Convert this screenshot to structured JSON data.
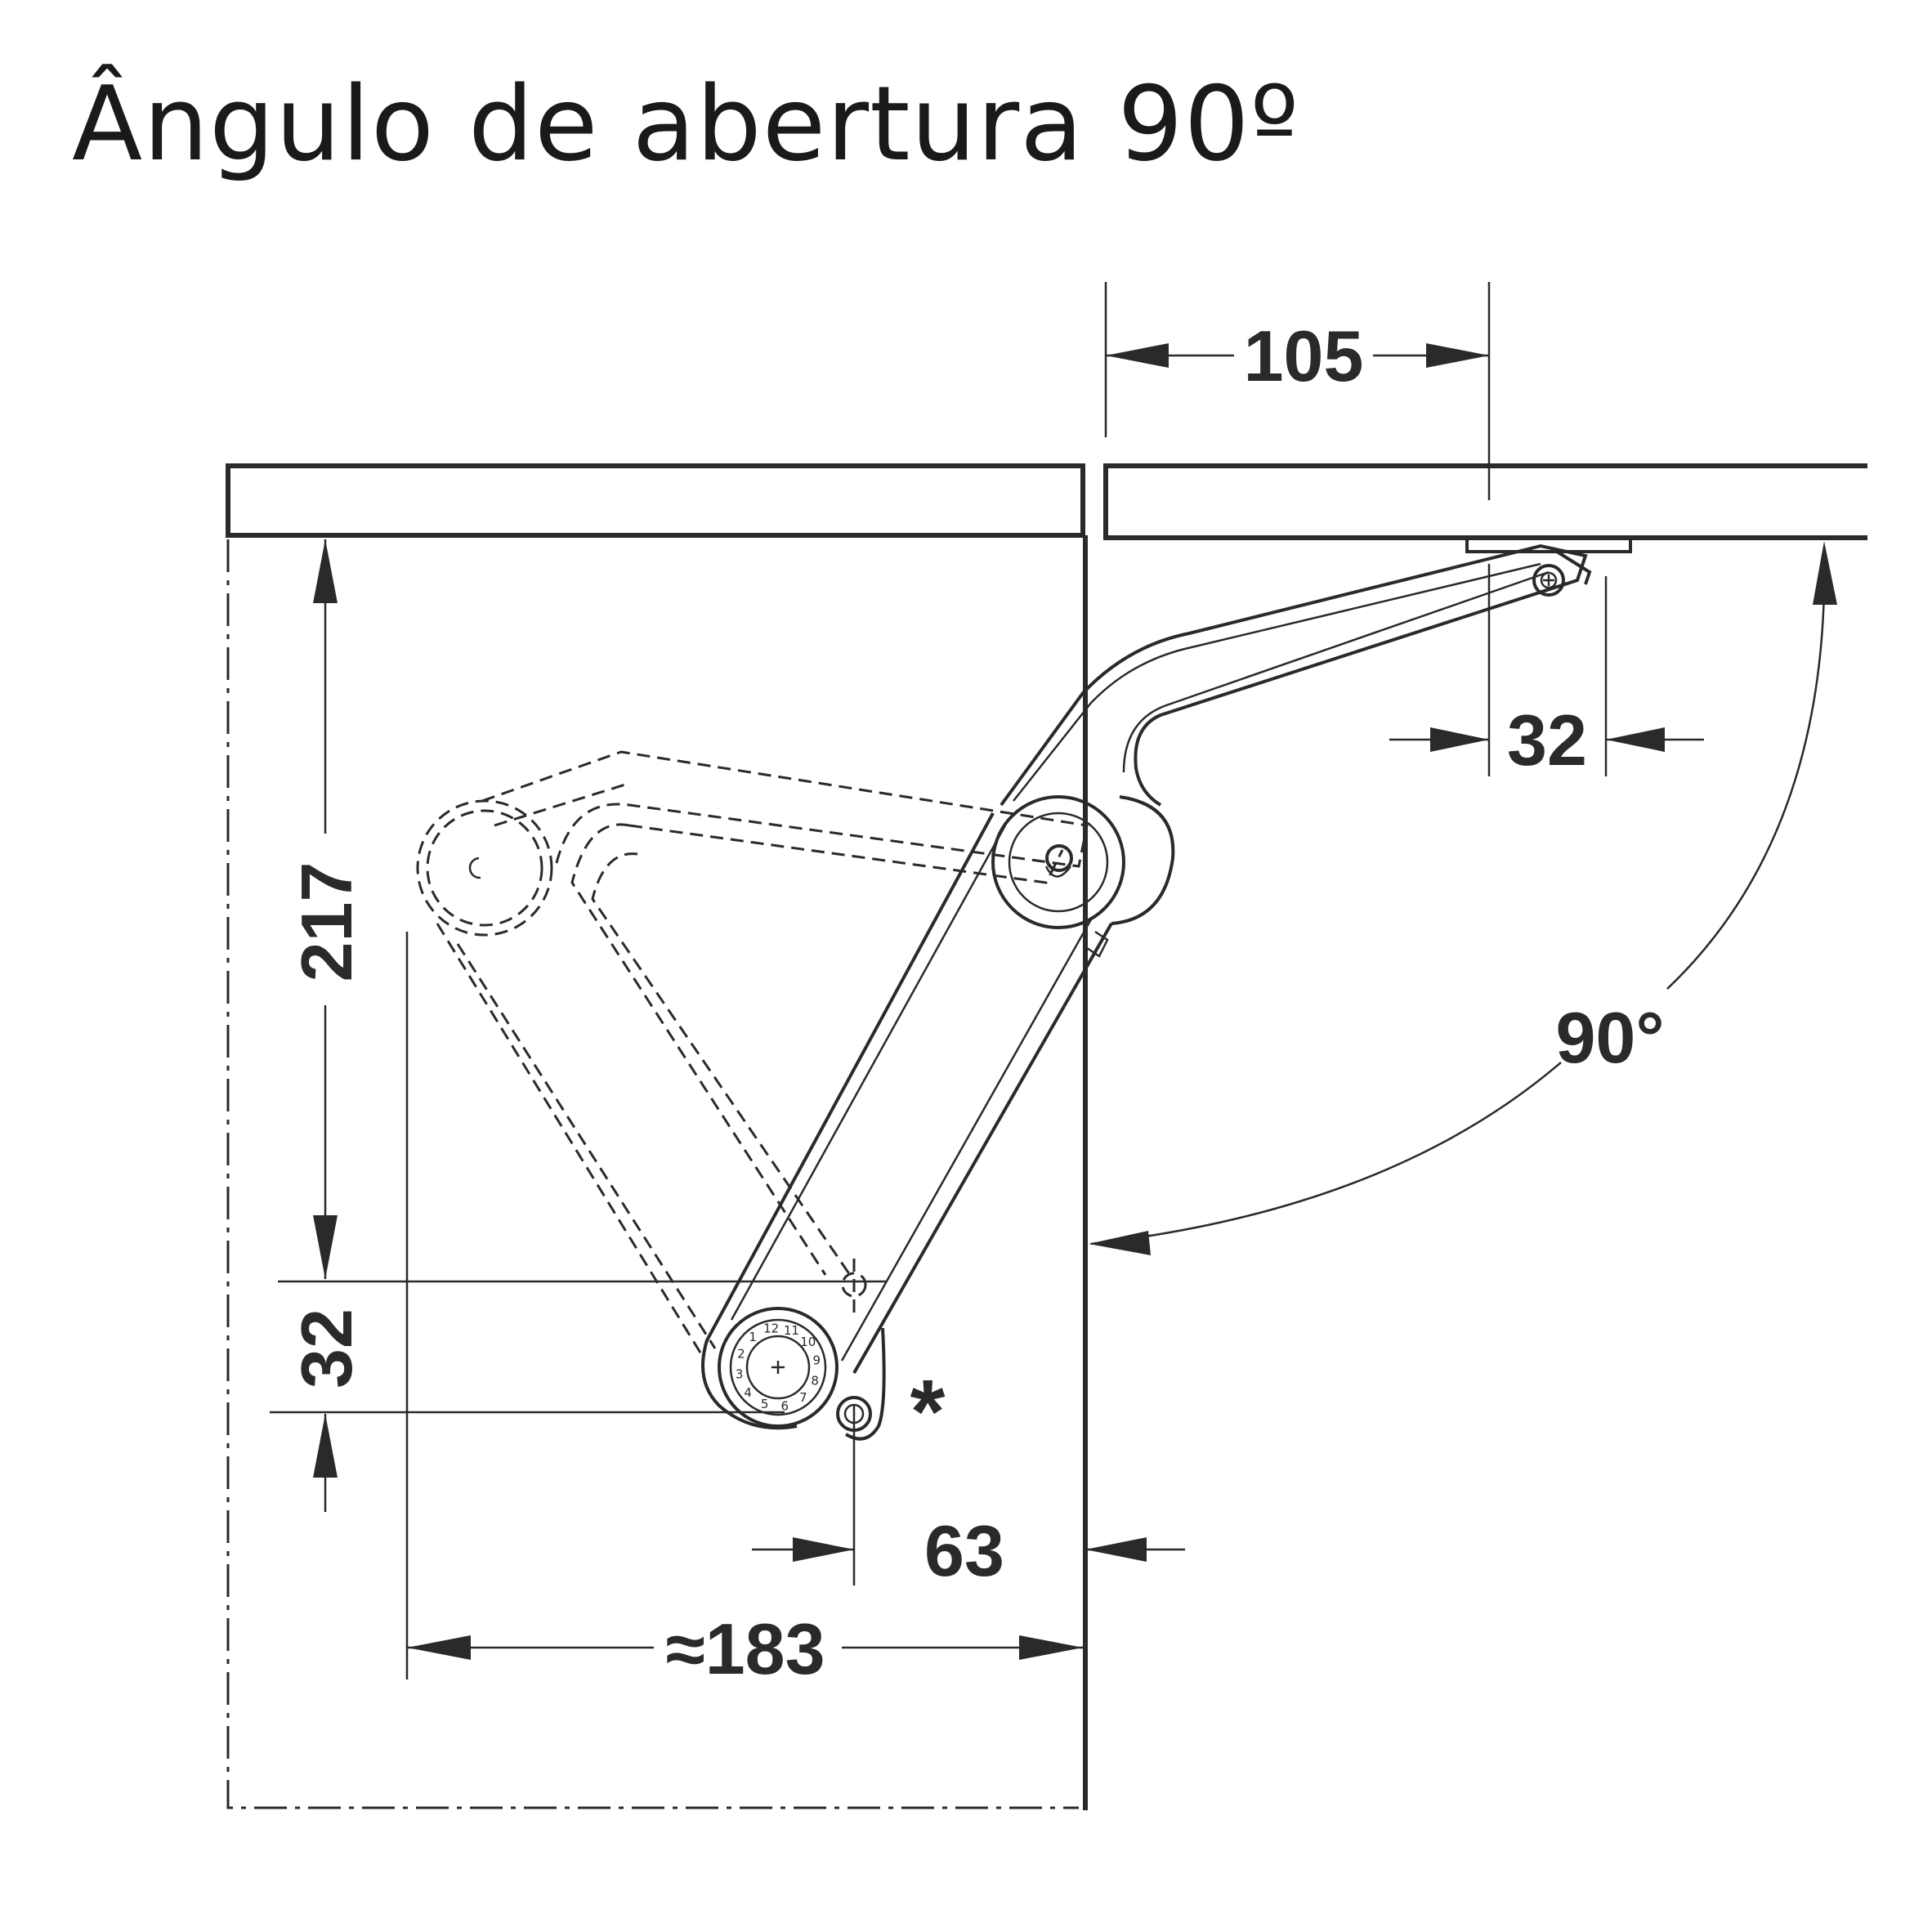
{
  "title": "Ângulo de abertura 90º",
  "dimensions": {
    "top_offset": "105",
    "mount_offset": "32",
    "angle": "90°",
    "height": "217",
    "pivot_offset": "32",
    "side_offset": "63",
    "depth": "≈183",
    "note_marker": "*"
  },
  "dial_numbers": [
    "12",
    "11",
    "10",
    "9",
    "8",
    "7",
    "6",
    "5",
    "4",
    "3",
    "2",
    "1"
  ],
  "colors": {
    "line": "#2a2a2a",
    "background": "#ffffff"
  }
}
